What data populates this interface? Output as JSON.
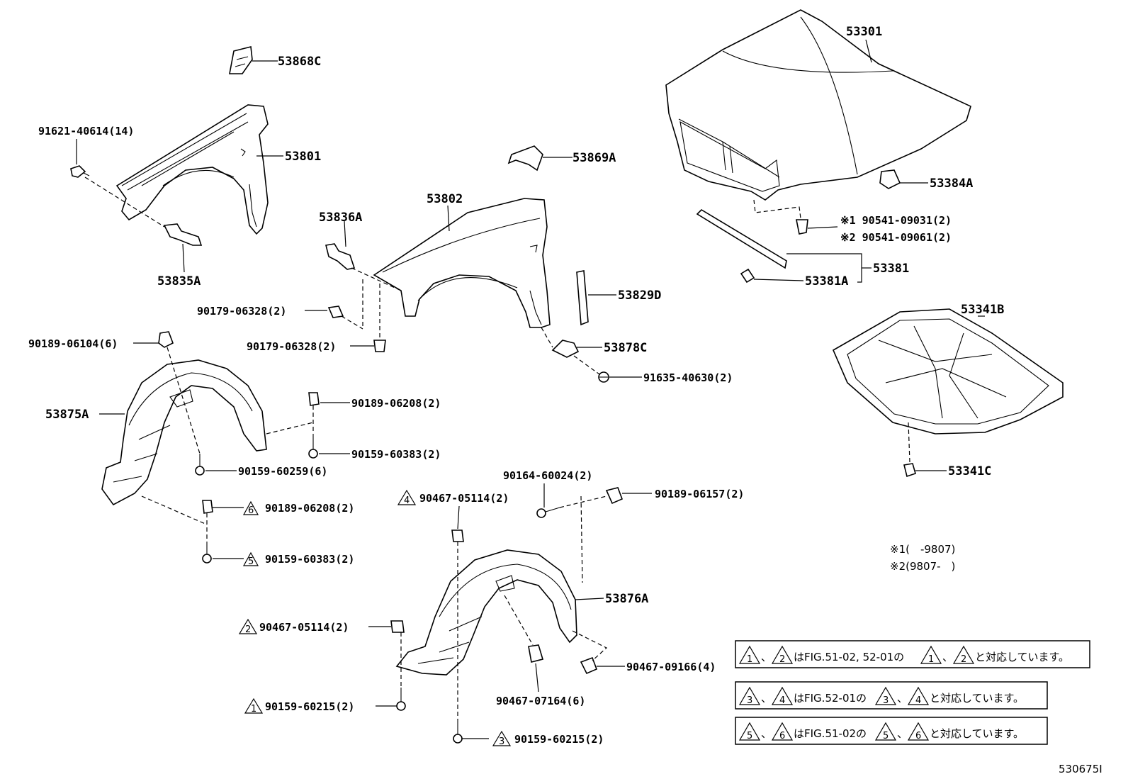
{
  "parts": {
    "p53868C": "53868C",
    "p91621": "91621-40614(14)",
    "p53801": "53801",
    "p53835A": "53835A",
    "p53869A": "53869A",
    "p53802": "53802",
    "p53836A": "53836A",
    "p90179a": "90179-06328(2)",
    "p90179b": "90179-06328(2)",
    "p53829D": "53829D",
    "p53878C": "53878C",
    "p91635": "91635-40630(2)",
    "p90189_06104": "90189-06104(6)",
    "p53875A": "53875A",
    "p90189_06208a": "90189-06208(2)",
    "p90159_60383a": "90159-60383(2)",
    "p90159_60259": "90159-60259(6)",
    "p90189_06208b": "90189-06208(2)",
    "p90159_60383b": "90159-60383(2)",
    "p90164": "90164-60024(2)",
    "p90189_06157": "90189-06157(2)",
    "p90467_05114a": "90467-05114(2)",
    "p53876A": "53876A",
    "p90467_05114b": "90467-05114(2)",
    "p90467_09166": "90467-09166(4)",
    "p90467_07164": "90467-07164(6)",
    "p90159_60215a": "90159-60215(2)",
    "p90159_60215b": "90159-60215(2)",
    "p53301": "53301",
    "p53384A": "53384A",
    "p90541_09031": "※1 90541-09031(2)",
    "p90541_09061": "※2 90541-09061(2)",
    "p53381": "53381",
    "p53381A": "53381A",
    "p53341B": "53341B",
    "p53341C": "53341C"
  },
  "triangles": {
    "t6": "6",
    "t5": "5",
    "t4": "4",
    "t2": "2",
    "t1": "1",
    "t3": "3"
  },
  "notes": {
    "n1": "※1(　-9807)",
    "n2": "※2(9807-　)"
  },
  "boxes": {
    "box1": {
      "a": "1",
      "sep1": "、",
      "b": "2",
      "mid": "はFIG.51-02, 52-01の",
      "c": "1",
      "sep2": "、",
      "d": "2",
      "tail": "と対応しています。"
    },
    "box2": {
      "a": "3",
      "sep1": "、",
      "b": "4",
      "mid": "はFIG.52-01の",
      "c": "3",
      "sep2": "、",
      "d": "4",
      "tail": "と対応しています。"
    },
    "box3": {
      "a": "5",
      "sep1": "、",
      "b": "6",
      "mid": "はFIG.51-02の",
      "c": "5",
      "sep2": "、",
      "d": "6",
      "tail": "と対応しています。"
    }
  },
  "figure_id": "530675I"
}
